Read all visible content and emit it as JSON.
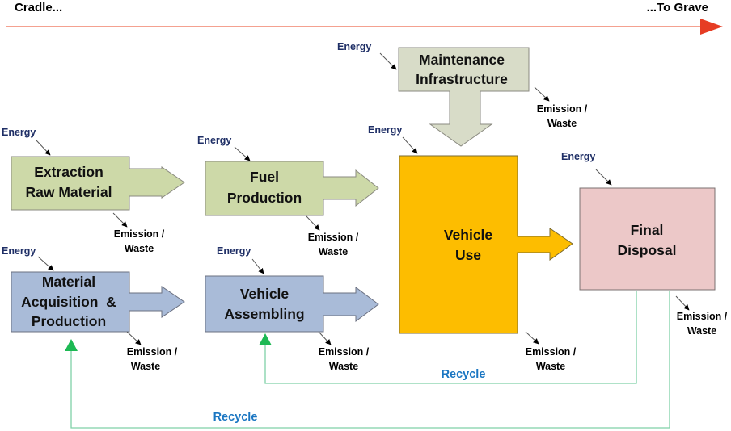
{
  "header": {
    "start_label": "Cradle...",
    "end_label": "...To Grave"
  },
  "colors": {
    "timeline": "#f4a190",
    "timeline_head": "#e63d24",
    "green_box": "#cdd9a8",
    "blue_box": "#a9bbd8",
    "grey_box": "#d8dcc8",
    "yellow_box": "#fdbd00",
    "pink_box": "#ecc8c8",
    "recycle_line": "#7fd1a8",
    "recycle_arrow": "#1db954",
    "energy_text": "#1f2f66",
    "recycle_text": "#1a76c2"
  },
  "boxes": {
    "maintenance": {
      "lines": [
        "Maintenance",
        "Infrastructure"
      ]
    },
    "extraction": {
      "lines": [
        "Extraction",
        "Raw Material"
      ]
    },
    "fuel": {
      "lines": [
        "Fuel",
        "Production"
      ]
    },
    "material": {
      "lines": [
        "Material",
        "Acquisition  &",
        "Production"
      ]
    },
    "assembling": {
      "lines": [
        "Vehicle",
        "Assembling"
      ]
    },
    "use": {
      "lines": [
        "Vehicle",
        "Use"
      ]
    },
    "disposal": {
      "lines": [
        "Final",
        "Disposal"
      ]
    }
  },
  "labels": {
    "energy": "Energy",
    "emission_line1": "Emission /",
    "emission_line2": "Waste",
    "recycle": "Recycle"
  }
}
